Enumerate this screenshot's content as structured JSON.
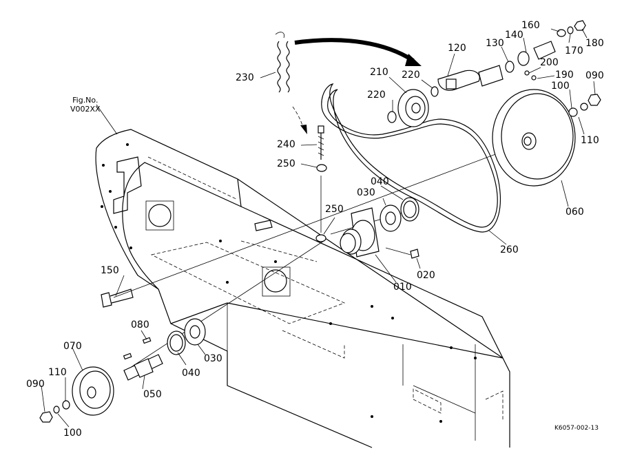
{
  "figure": {
    "fig_no_label": "Fig.No.",
    "fig_no_value": "V002XX",
    "drawing_code": "K6057-002-13"
  },
  "callouts": [
    "230",
    "120",
    "210",
    "220",
    "220",
    "130",
    "140",
    "160",
    "170",
    "180",
    "200",
    "190",
    "090",
    "100",
    "110",
    "060",
    "240",
    "250",
    "250",
    "040",
    "030",
    "020",
    "010",
    "260",
    "150",
    "080",
    "070",
    "110",
    "090",
    "100",
    "050",
    "040",
    "030"
  ]
}
